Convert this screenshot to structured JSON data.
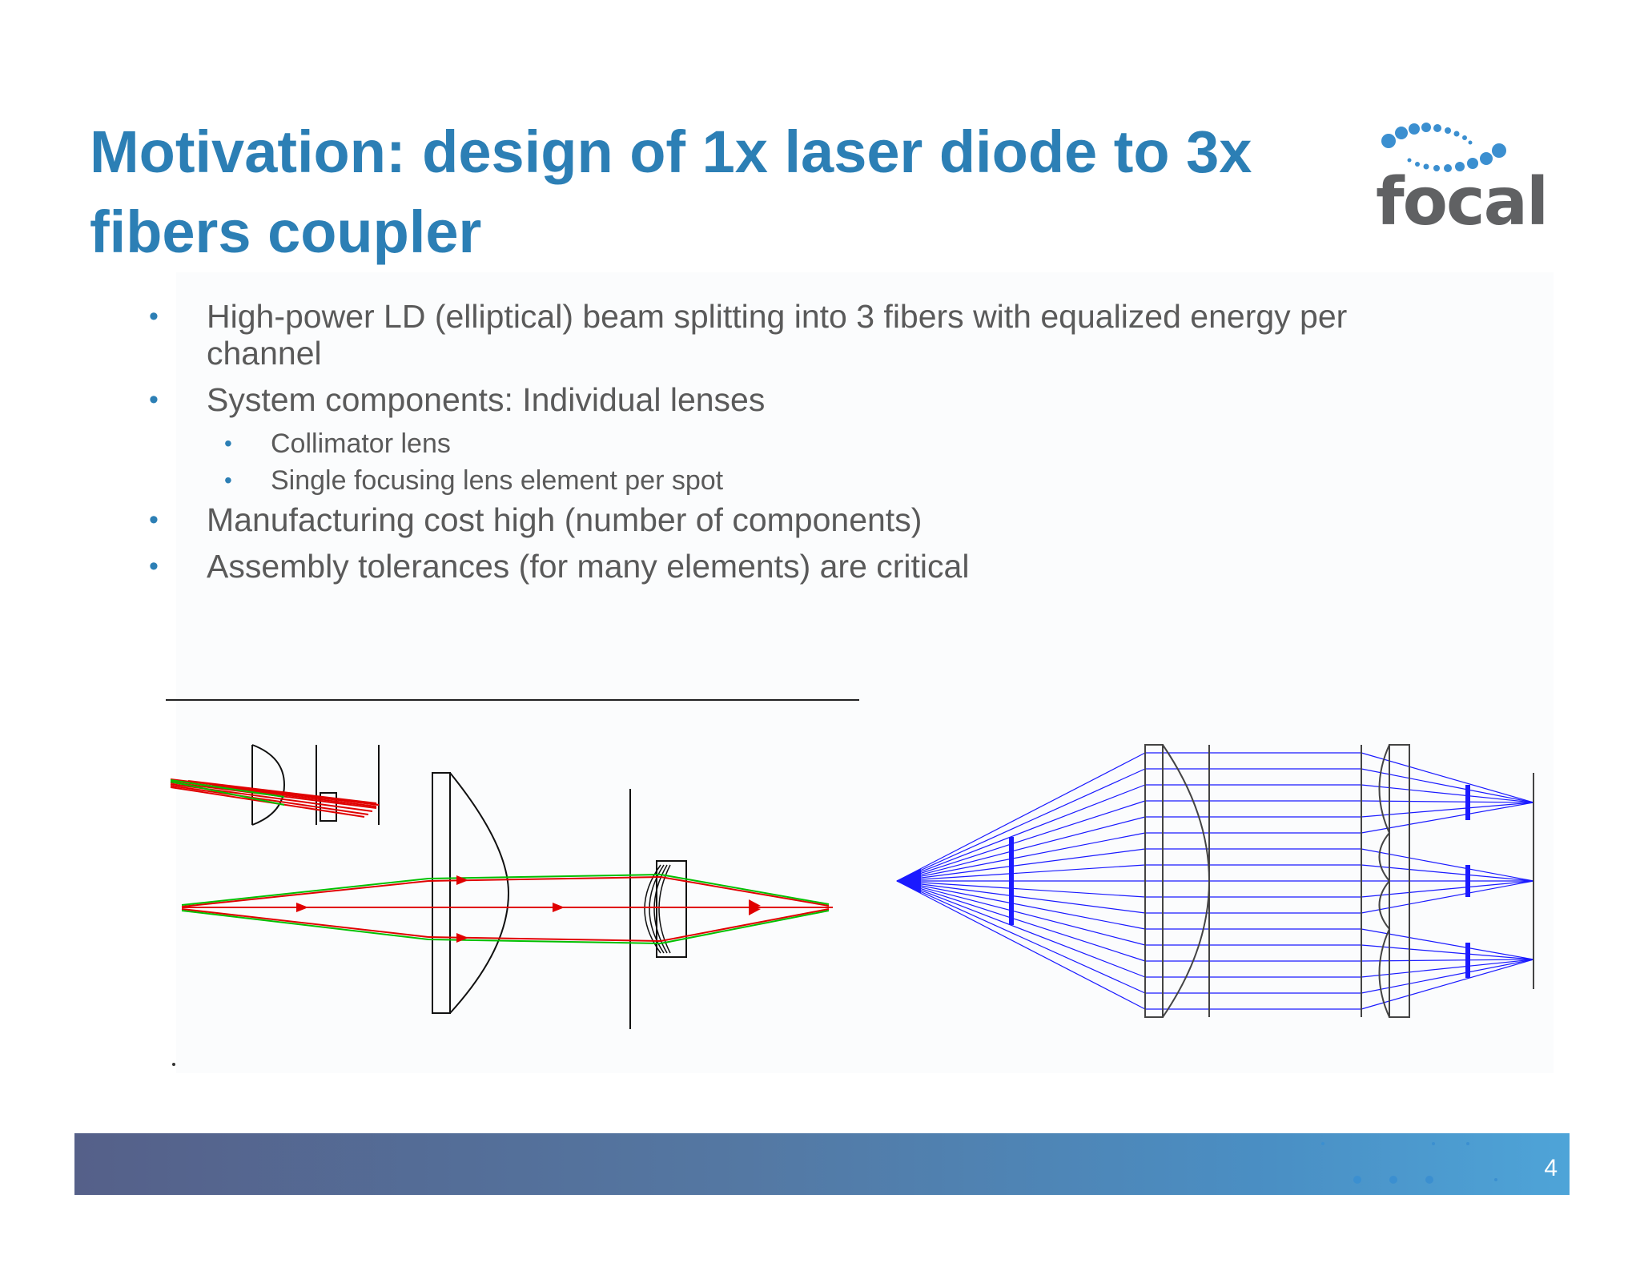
{
  "slide": {
    "title": "Motivation: design of 1x laser diode to 3x fibers coupler",
    "logo_text": "focal",
    "page_number": "4",
    "bullets": [
      {
        "level": 1,
        "text": "High-power LD (elliptical) beam splitting into 3 fibers with equalized energy per channel"
      },
      {
        "level": 1,
        "text": "System components: Individual lenses"
      },
      {
        "level": 2,
        "text": "Collimator lens"
      },
      {
        "level": 2,
        "text": "Single focusing lens element per spot"
      },
      {
        "level": 1,
        "text": "Manufacturing cost high (number of components)"
      },
      {
        "level": 1,
        "text": "Assembly  tolerances (for many elements) are critical"
      }
    ]
  },
  "colors": {
    "title": "#2c7fb5",
    "body_text": "#5a5a5a",
    "bullet": "#2c7fb5",
    "logo_dots": "#3b8fd0",
    "logo_text": "#606163",
    "footer_start": "#556089",
    "footer_end": "#4ea4d8",
    "ray_red": "#e00000",
    "ray_green": "#00c000",
    "ray_blue": "#1a1aff"
  }
}
